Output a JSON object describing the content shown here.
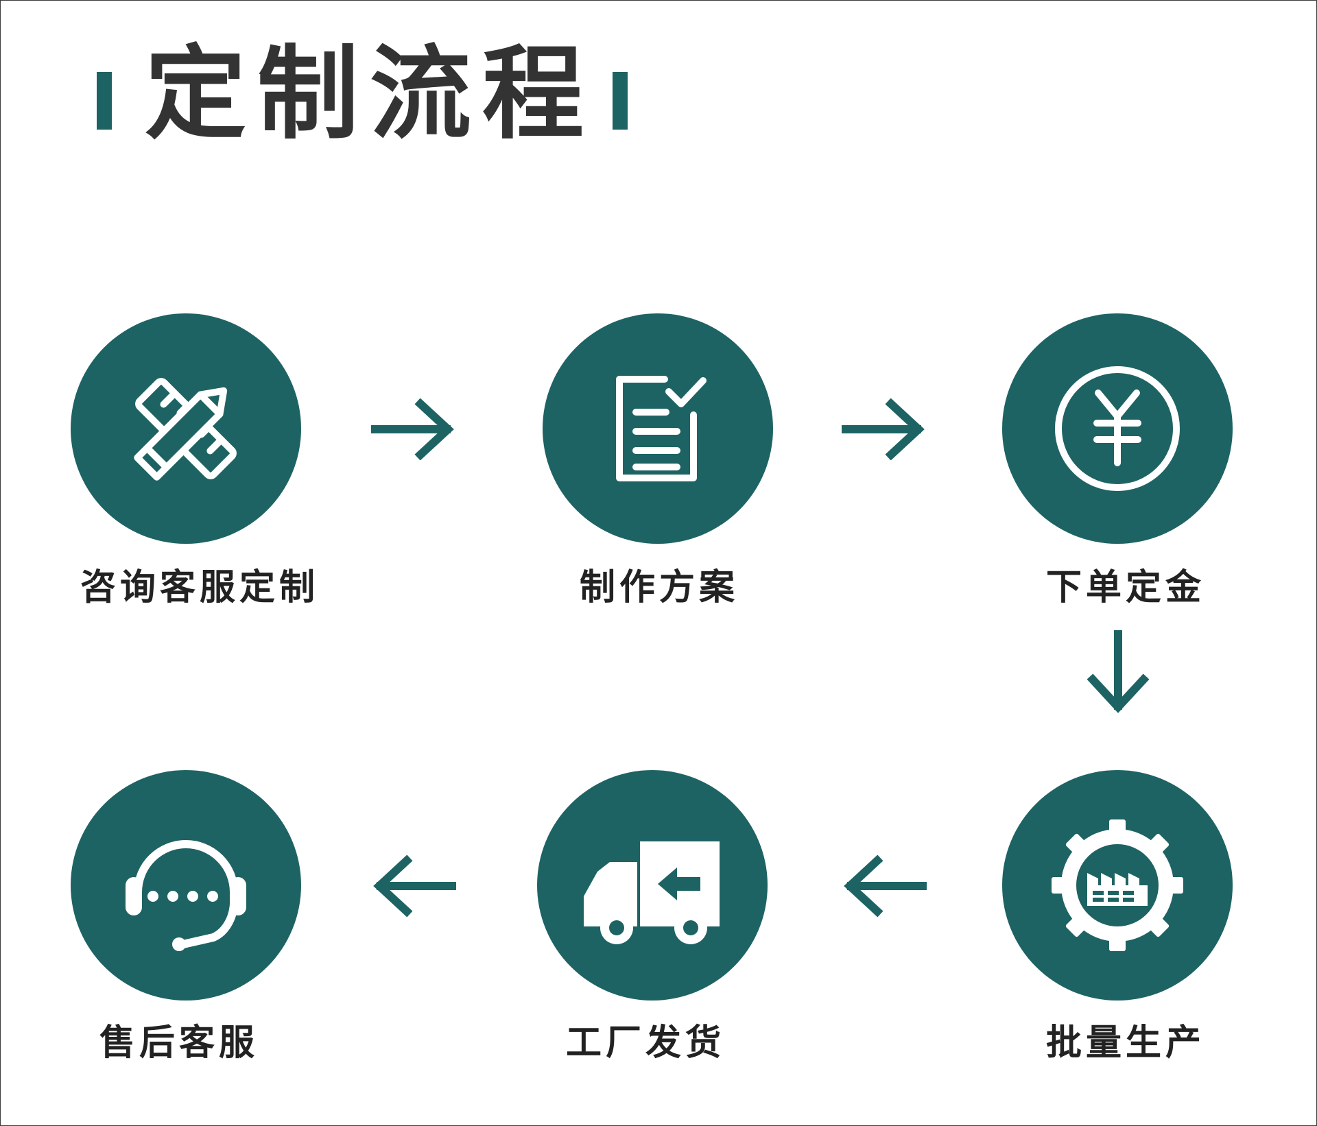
{
  "title": "定制流程",
  "colors": {
    "accent": "#1e6363",
    "title_text": "#333333",
    "label_text": "#222222"
  },
  "steps": [
    {
      "label": "咨询客服定制",
      "icon": "pencil-ruler-icon"
    },
    {
      "label": "制作方案",
      "icon": "checklist-document-icon"
    },
    {
      "label": "下单定金",
      "icon": "yen-coin-icon"
    },
    {
      "label": "批量生产",
      "icon": "factory-gear-icon"
    },
    {
      "label": "工厂发货",
      "icon": "delivery-truck-icon"
    },
    {
      "label": "售后客服",
      "icon": "headset-support-icon"
    }
  ],
  "arrows": [
    "right",
    "right",
    "down",
    "left",
    "left"
  ]
}
